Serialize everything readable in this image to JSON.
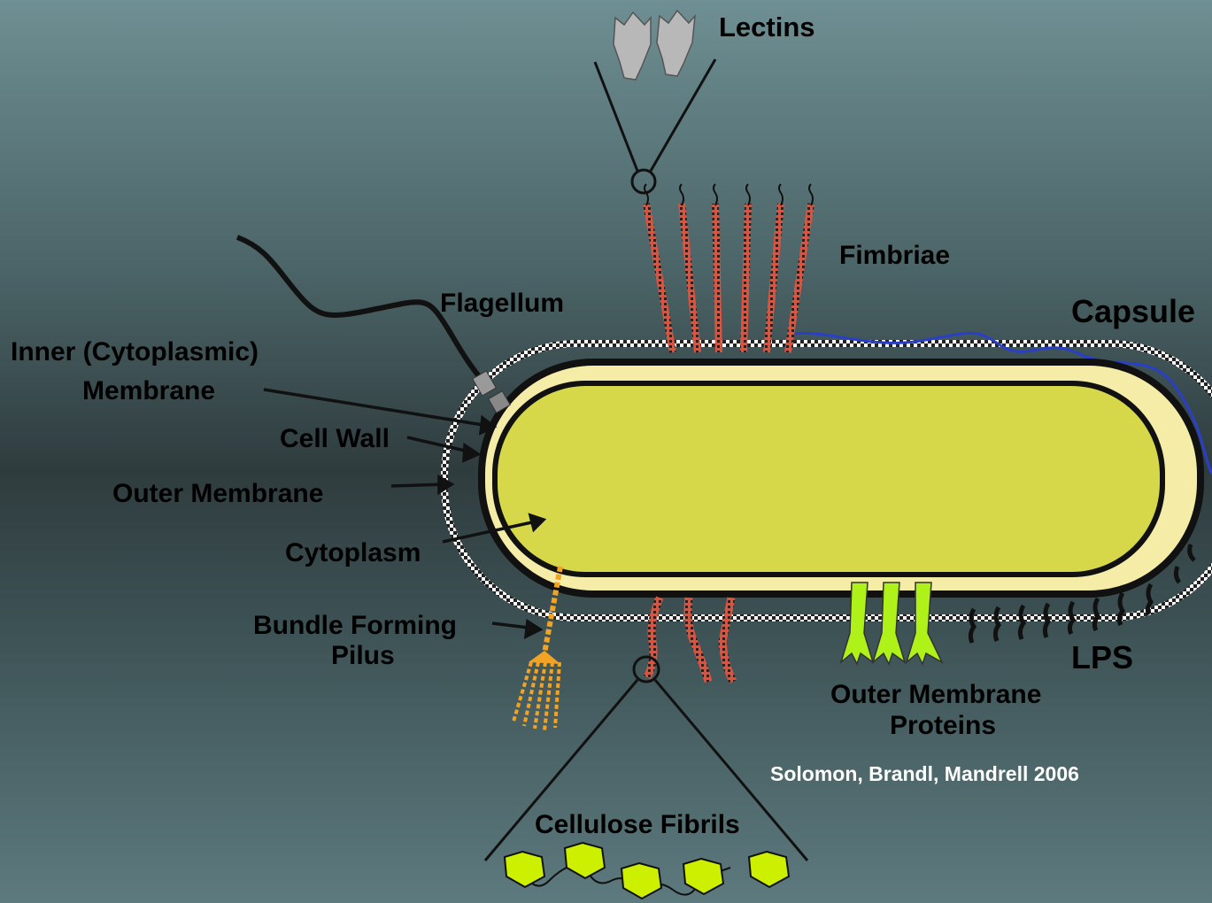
{
  "labels": {
    "lectins": "Lectins",
    "fimbriae": "Fimbriae",
    "flagellum": "Flagellum",
    "capsule": "Capsule",
    "inner_membrane_line1": "Inner (Cytoplasmic)",
    "inner_membrane_line2": "Membrane",
    "cell_wall": "Cell Wall",
    "outer_membrane": "Outer Membrane",
    "cytoplasm": "Cytoplasm",
    "bundle_pilus_line1": "Bundle Forming",
    "bundle_pilus_line2": "Pilus",
    "lps": "LPS",
    "omp_line1": "Outer Membrane",
    "omp_line2": "Proteins",
    "cellulose": "Cellulose Fibrils",
    "credit": "Solomon, Brandl, Mandrell 2006"
  },
  "colors": {
    "cytoplasm": "#d6d84a",
    "cell_wall": "#f5eca8",
    "capsule": "#2a3fc8",
    "fimbriae": "#e0503a",
    "pilus": "#f2a324",
    "omp": "#aef21a",
    "cellulose": "#ccf000",
    "lectin": "#b8b8b8"
  }
}
